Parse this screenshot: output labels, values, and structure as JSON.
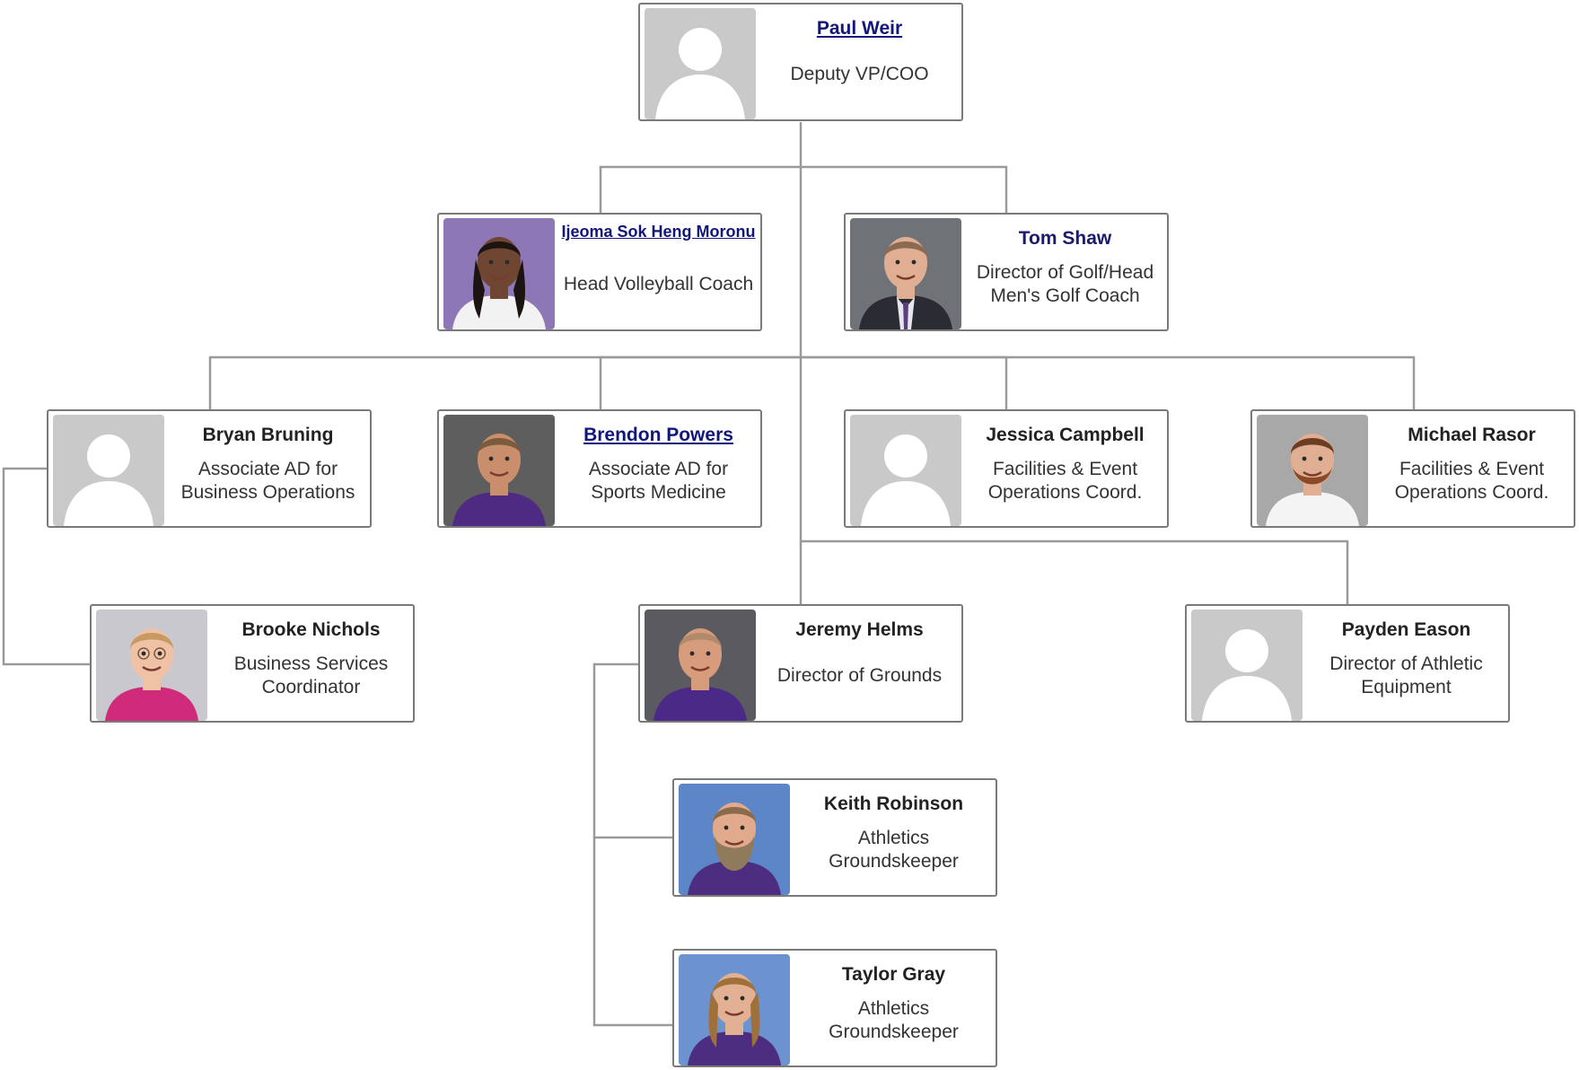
{
  "nodes": [
    {
      "id": "paul-weir",
      "name": "Paul Weir",
      "title": "Deputy VP/COO",
      "photo": "placeholder",
      "name_style": "link"
    },
    {
      "id": "ijeoma-moronu",
      "name": "Ijeoma Sok Heng Moronu",
      "title": "Head Volleyball Coach",
      "photo": "photo-woman-purple-bg",
      "name_style": "link-small"
    },
    {
      "id": "tom-shaw",
      "name": "Tom Shaw",
      "title": "Director of Golf/Head Men's Golf Coach",
      "photo": "photo-man-suit",
      "name_style": "dark"
    },
    {
      "id": "bryan-bruning",
      "name": "Bryan Bruning",
      "title": "Associate AD for Business Operations",
      "photo": "placeholder",
      "name_style": "plain"
    },
    {
      "id": "brendon-powers",
      "name": "Brendon Powers",
      "title": "Associate AD for Sports Medicine",
      "photo": "photo-man-purple-shirt",
      "name_style": "link"
    },
    {
      "id": "jessica-campbell",
      "name": "Jessica Campbell",
      "title": "Facilities & Event Operations Coord.",
      "photo": "placeholder",
      "name_style": "plain"
    },
    {
      "id": "michael-rasor",
      "name": "Michael Rasor",
      "title": "Facilities & Event Operations Coord.",
      "photo": "photo-man-beard-white-shirt",
      "name_style": "plain"
    },
    {
      "id": "brooke-nichols",
      "name": "Brooke Nichols",
      "title": "Business Services Coordinator",
      "photo": "photo-woman-pink",
      "name_style": "plain"
    },
    {
      "id": "jeremy-helms",
      "name": "Jeremy Helms",
      "title": "Director of Grounds",
      "photo": "photo-man-purple-polo",
      "name_style": "plain"
    },
    {
      "id": "payden-eason",
      "name": "Payden Eason",
      "title": "Director of Athletic Equipment",
      "photo": "placeholder",
      "name_style": "plain"
    },
    {
      "id": "keith-robinson",
      "name": "Keith Robinson",
      "title": "Athletics Groundskeeper",
      "photo": "photo-man-long-beard",
      "name_style": "plain"
    },
    {
      "id": "taylor-gray",
      "name": "Taylor Gray",
      "title": "Athletics Groundskeeper",
      "photo": "photo-man-long-hair",
      "name_style": "plain"
    }
  ],
  "colors": {
    "connector": "#9a9a9a",
    "card_border": "#7a7a7a",
    "link": "#10167a",
    "placeholder_bg": "#c9c9c9"
  }
}
